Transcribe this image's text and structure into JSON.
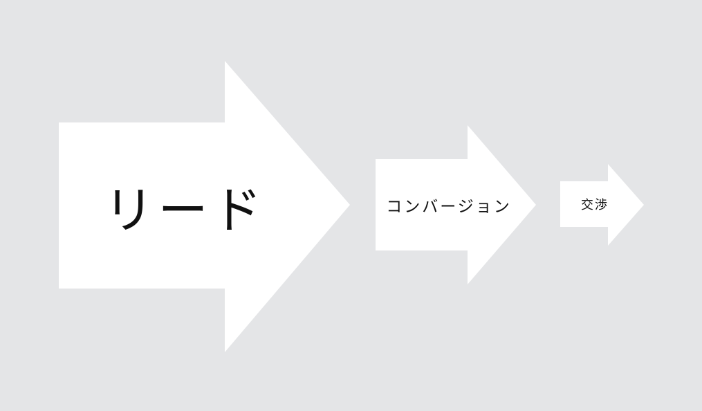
{
  "colors": {
    "background": "#e4e5e7",
    "arrow_fill": "#ffffff",
    "text": "#111111"
  },
  "stages": [
    {
      "label": "リード"
    },
    {
      "label": "コンバージョン"
    },
    {
      "label": "交渉"
    }
  ]
}
